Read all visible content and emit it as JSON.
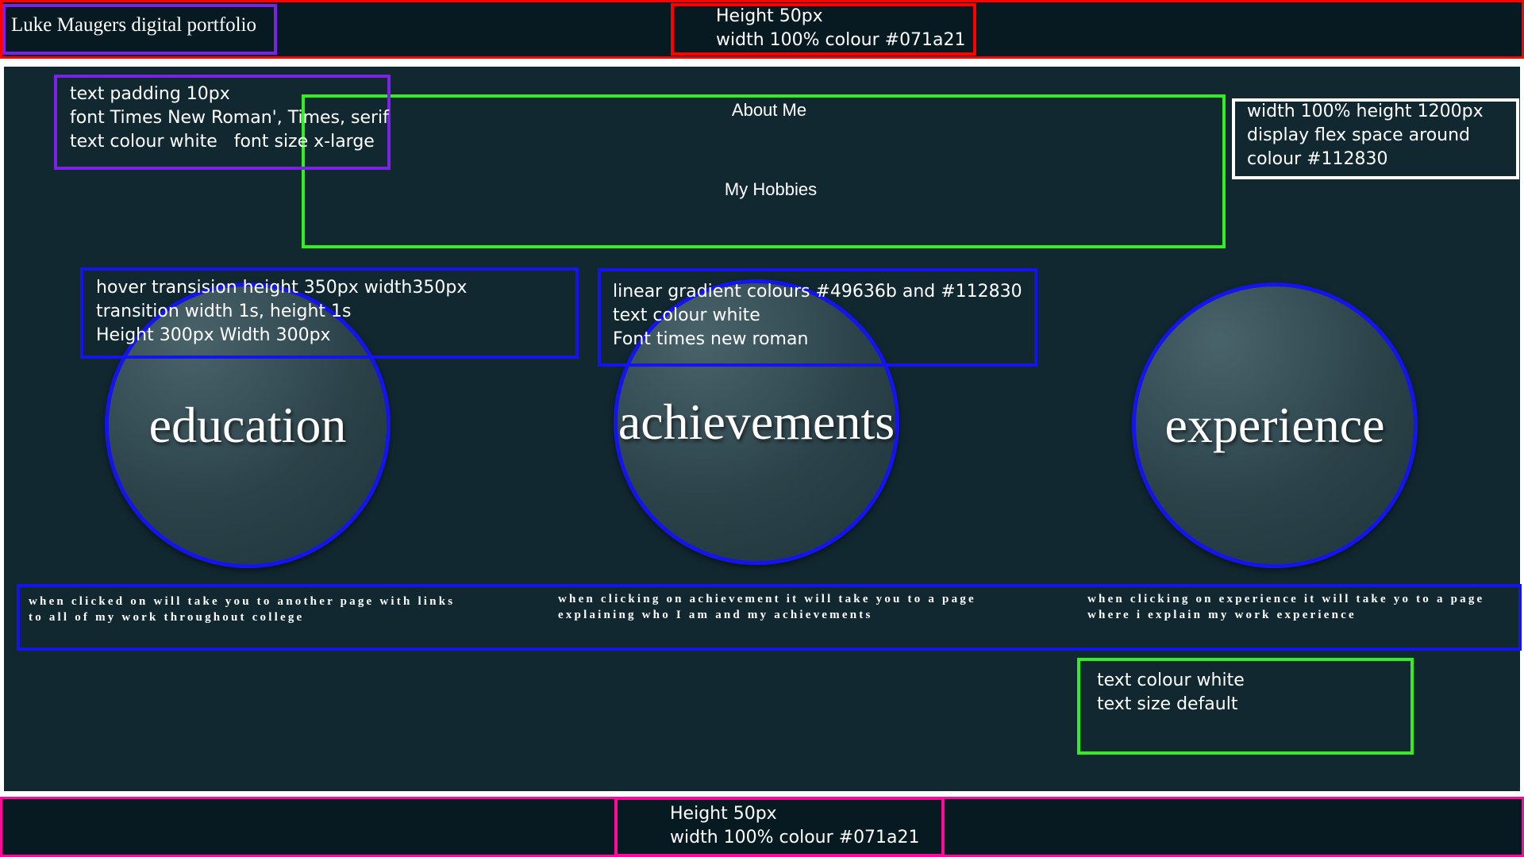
{
  "header": {
    "title": "Luke Maugers digital portfolio",
    "note": "Height 50px\nwidth 100% colour #071a21"
  },
  "nav": {
    "links": [
      "About Me",
      "My Hobbies"
    ]
  },
  "notes": {
    "title_text": "text padding 10px\nfont Times New Roman', Times, serif\ntext colour white   font size x-large",
    "main_area": "width 100% height 1200px\ndisplay flex space around\ncolour #112830",
    "circle_hover": "hover transision height 350px width350px\ntransition width 1s, height 1s\nHeight 300px Width 300px",
    "circle_style": "linear gradient colours #49636b and #112830\ntext colour white\nFont times new roman",
    "desc_text": "text colour white\ntext size default"
  },
  "cards": [
    {
      "label": "education",
      "description": "when clicked on will take you to another page with links\nto all of my work throughout college"
    },
    {
      "label": "achievements",
      "description": "when clicking on achievement it will take you to a page\nexplaining who I am and my achievements"
    },
    {
      "label": "experience",
      "description": "when clicking on experience it will take yo to a page\nwhere i explain my work experience"
    }
  ],
  "footer": {
    "note": "Height 50px\nwidth 100% colour #071a21"
  },
  "colors": {
    "header_bg": "#071a21",
    "main_bg": "#112830",
    "gradient_start": "#49636b",
    "gradient_end": "#112830",
    "annotation_red": "#ff0000",
    "annotation_purple": "#7a22e6",
    "annotation_green": "#33ee22",
    "annotation_blue": "#1414ee",
    "annotation_pink": "#ff0a9b",
    "annotation_white": "#ffffff"
  }
}
